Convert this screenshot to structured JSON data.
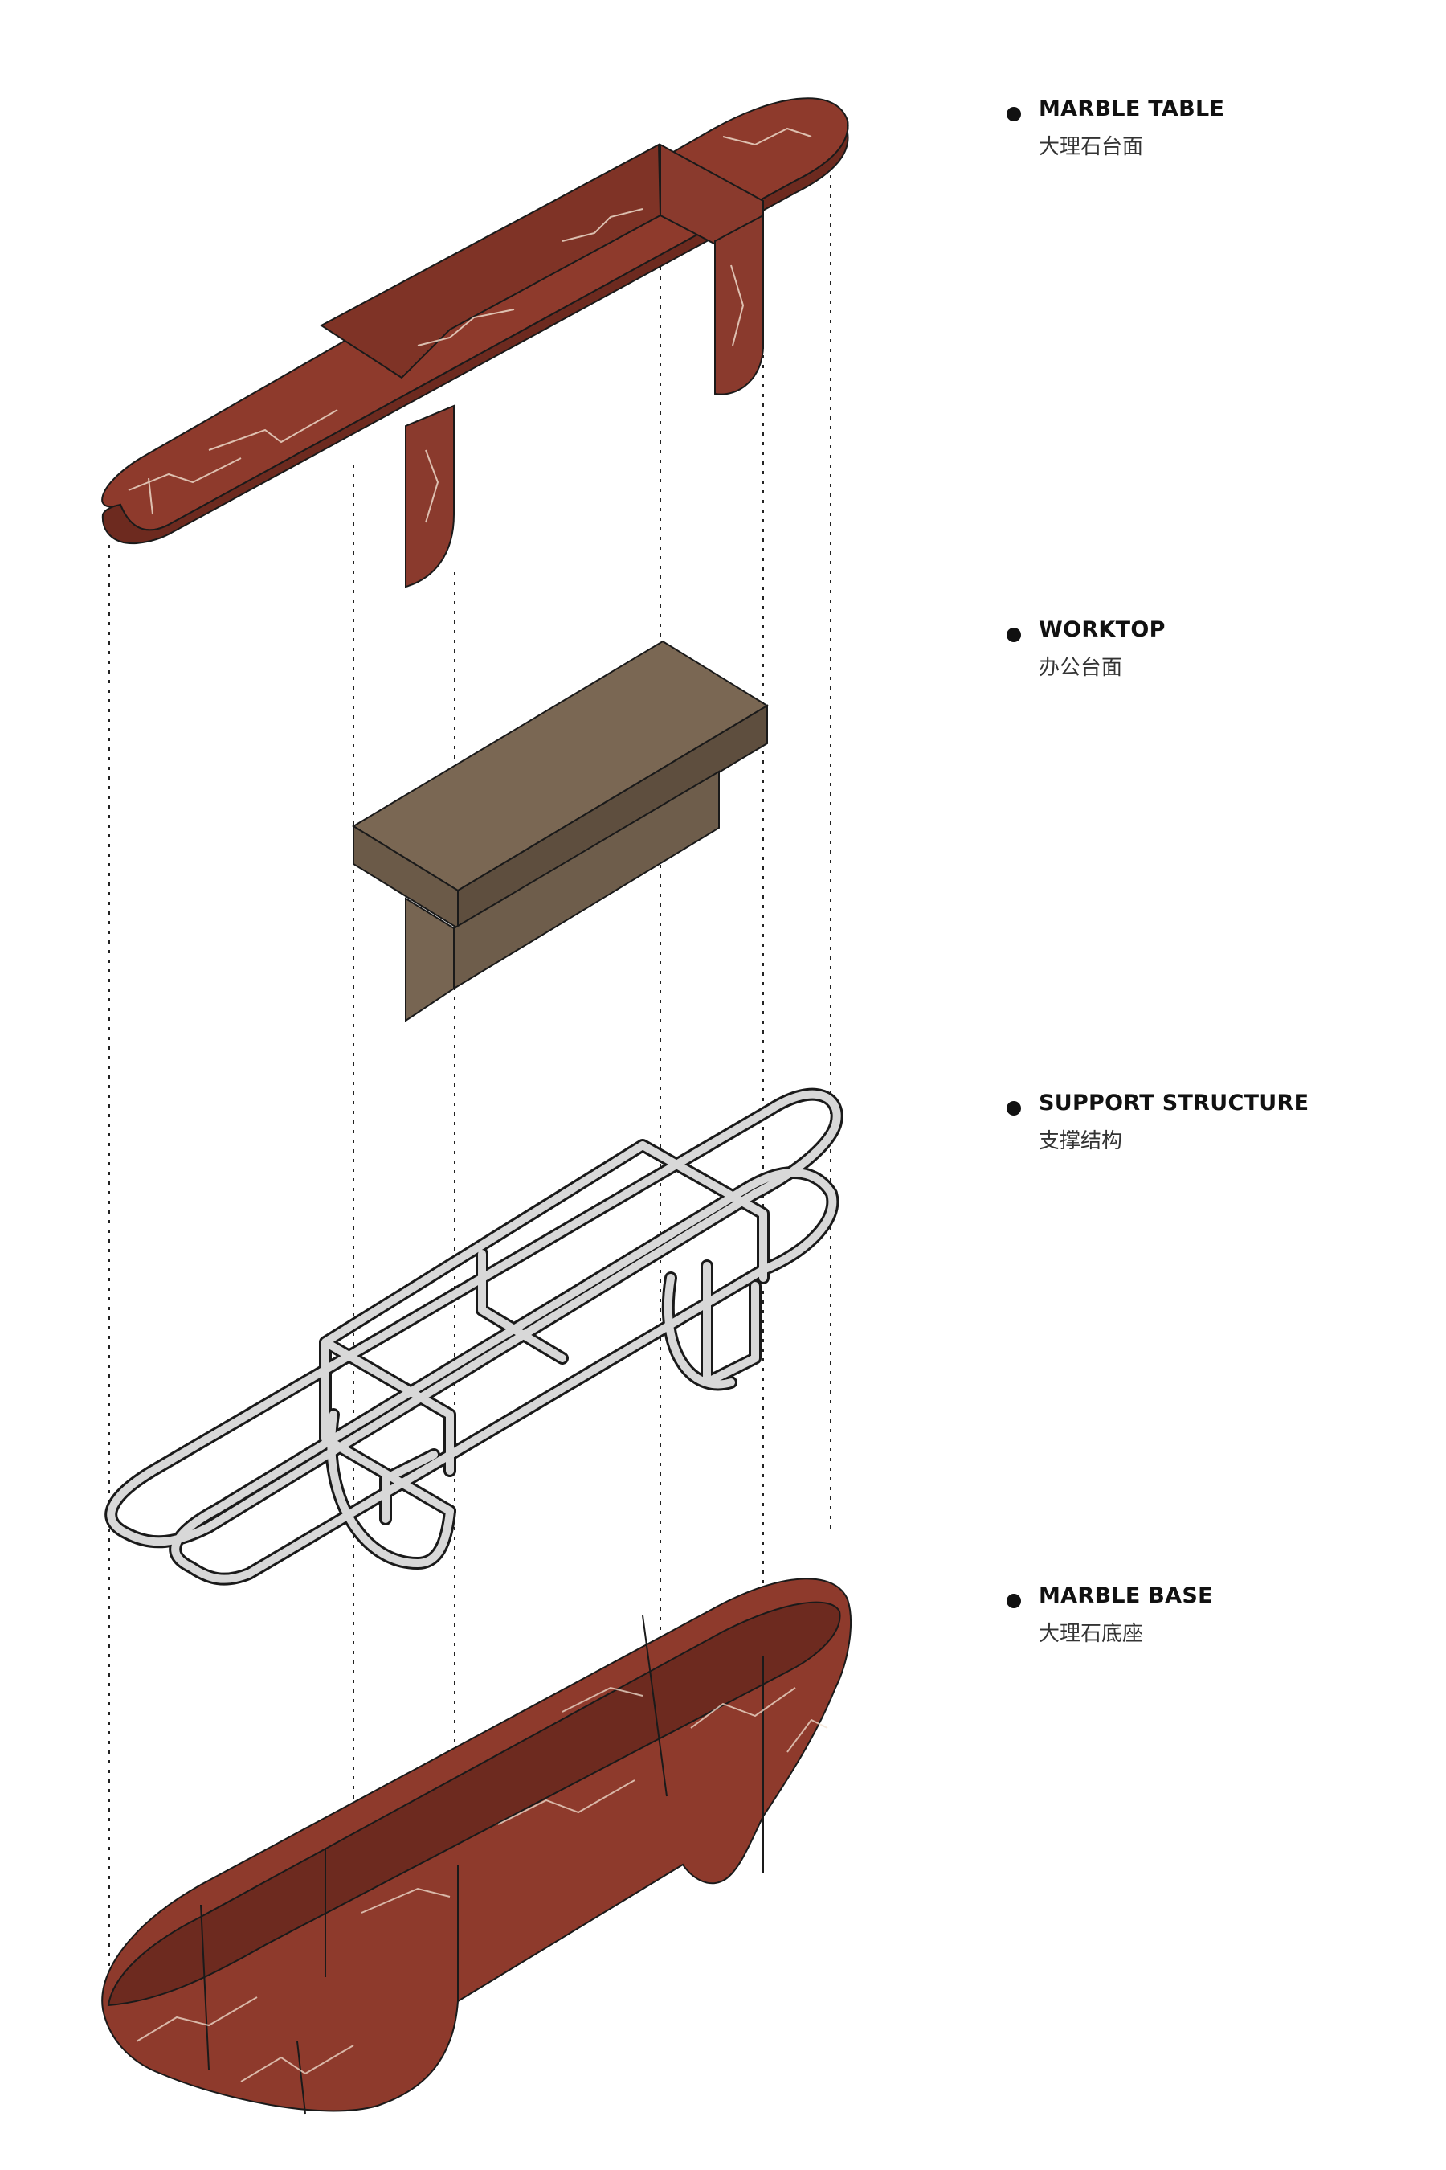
{
  "legend": [
    {
      "title": "MARBLE TABLE",
      "subtitle": "大理石台面"
    },
    {
      "title": "WORKTOP",
      "subtitle": "办公台面"
    },
    {
      "title": "SUPPORT STRUCTURE",
      "subtitle": "支撑结构"
    },
    {
      "title": "MARBLE BASE",
      "subtitle": "大理石底座"
    }
  ],
  "colors": {
    "marble": "#8e3a2c",
    "marble_dark": "#6d2a1f",
    "marble_vein": "#f2e2d2",
    "wood": "#7a6753",
    "wood_dark": "#5e4e3e",
    "frame": "#d8d8d8",
    "line": "#1a1a1a"
  }
}
